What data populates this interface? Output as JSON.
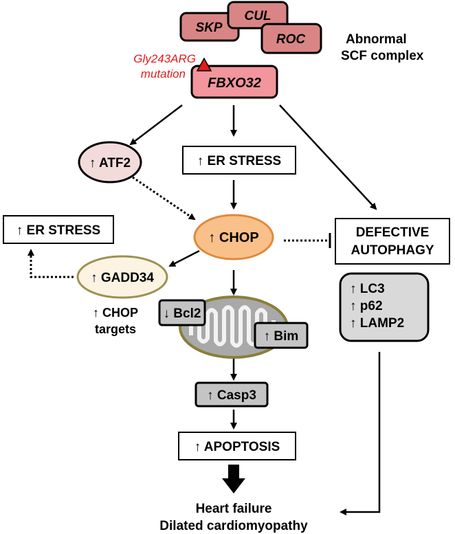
{
  "scf_complex": {
    "skp": "SKP",
    "cul": "CUL",
    "roc": "ROC",
    "label_line1": "Abnormal",
    "label_line2": "SCF complex"
  },
  "fbxo32": {
    "label": "FBXO32",
    "mutation_line1": "Gly243ARG",
    "mutation_line2": "mutation"
  },
  "nodes": {
    "atf2": "↑ ATF2",
    "er_stress_center": "↑ ER STRESS",
    "chop": "↑ CHOP",
    "er_stress_left": "↑ ER STRESS",
    "gadd34": "↑ GADD34",
    "chop_targets_line1": "↑ CHOP",
    "chop_targets_line2": "targets",
    "bcl2": "↓ Bcl2",
    "bim": "↑ Bim",
    "casp3": "↑ Casp3",
    "apoptosis": "↑ APOPTOSIS",
    "defective_autophagy_line1": "DEFECTIVE",
    "defective_autophagy_line2": "AUTOPHAGY",
    "lc3": "↑ LC3",
    "p62": "↑ p62",
    "lamp2": "↑ LAMP2"
  },
  "outcome": {
    "line1": "Heart failure",
    "line2": "Dilated cardiomyopathy"
  },
  "colors": {
    "scf_fill": "#d98585",
    "fbxo32_fill": "#f2959c",
    "mutation_red": "#e21b1b",
    "atf2_fill": "#f2dcdb",
    "chop_fill": "#f9c08a",
    "chop_stroke": "#e0893a",
    "gadd34_fill": "#fcf3e3",
    "gadd34_stroke": "#9c9152",
    "gray_box": "#c4c4c4",
    "light_gray_box": "#d9d9d9",
    "mito_fill": "#a9a9a9",
    "mito_stroke": "#8a7f3a"
  }
}
